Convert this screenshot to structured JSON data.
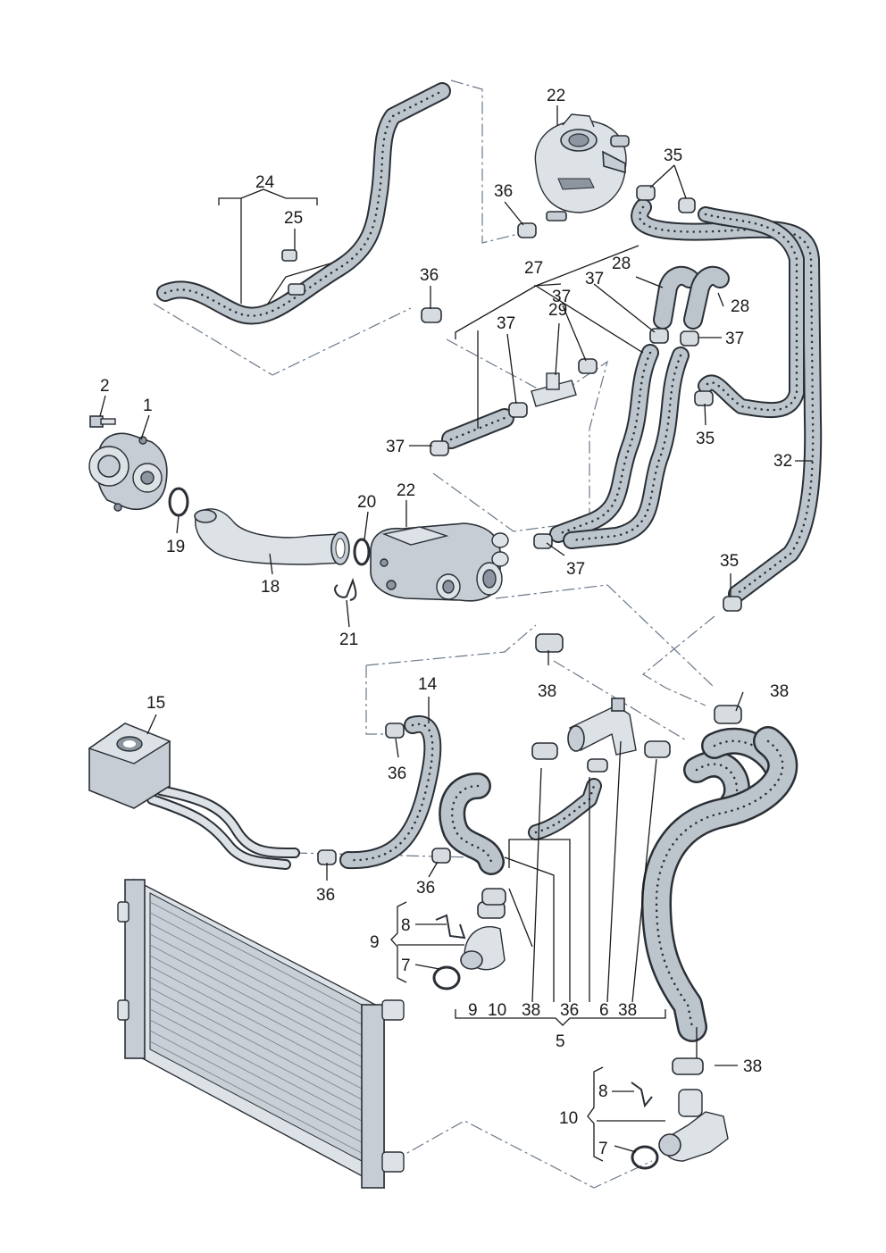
{
  "diagram": {
    "callouts": {
      "c1": "1",
      "c2": "2",
      "c5": "5",
      "c6": "6",
      "c7a": "7",
      "c7b": "7",
      "c8a": "8",
      "c8b": "8",
      "c9a": "9",
      "c9b": "9",
      "c10a": "10",
      "c10b": "10",
      "c14": "14",
      "c15": "15",
      "c18": "18",
      "c19": "19",
      "c20": "20",
      "c21": "21",
      "c22a": "22",
      "c22b": "22",
      "c24": "24",
      "c25": "25",
      "c27": "27",
      "c28a": "28",
      "c28b": "28",
      "c29": "29",
      "c32": "32",
      "c35a": "35",
      "c35b": "35",
      "c35c": "35",
      "c36a": "36",
      "c36b": "36",
      "c36c": "36",
      "c36d": "36",
      "c36e": "36",
      "c36f": "36",
      "c37a": "37",
      "c37b": "37",
      "c37c": "37",
      "c37d": "37",
      "c37e": "37",
      "c37f": "37",
      "c38a": "38",
      "c38b": "38",
      "c38c": "38",
      "c38d": "38",
      "c38e": "38"
    },
    "colors": {
      "hose_fill": "#bcc4cc",
      "outline": "#2a2f36",
      "metal_light": "#dde2e7",
      "metal_mid": "#c7cdd4",
      "dash_line": "#6b7888"
    }
  }
}
